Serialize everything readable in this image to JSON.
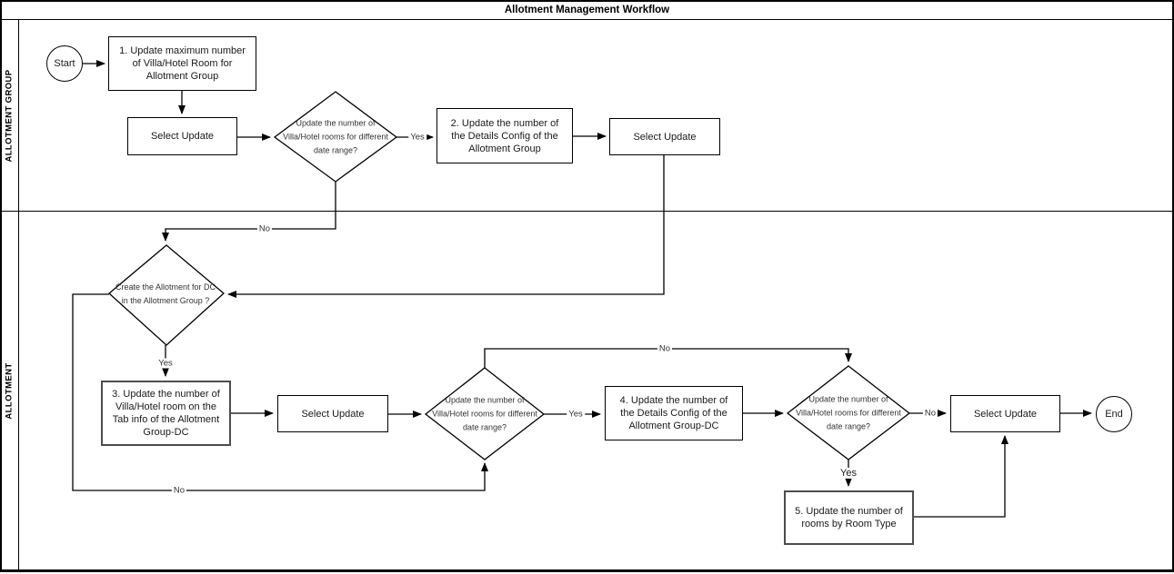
{
  "title": "Allotment Management Workflow",
  "lanes": [
    {
      "label": "ALLOTMENT GROUP"
    },
    {
      "label": "ALLOTMENT"
    }
  ],
  "nodes": {
    "start": {
      "label": "Start",
      "type": "terminator"
    },
    "step1": {
      "label": "1. Update maximum number\nof Villa/Hotel Room for\nAllotment Group",
      "type": "process"
    },
    "select_update_1": {
      "label": "Select Update",
      "type": "process"
    },
    "decision_date_range_1": {
      "label": "Update the number of\nVilla/Hotel rooms for different\ndate range?",
      "type": "decision"
    },
    "step2": {
      "label": "2. Update the number of\nthe Details Config of the\nAllotment Group",
      "type": "process"
    },
    "select_update_2": {
      "label": "Select Update",
      "type": "process"
    },
    "decision_create_dc": {
      "label": "Create the Allotment for DC\nin the Allotment Group ?",
      "type": "decision"
    },
    "step3": {
      "label": "3. Update the number of\nVilla/Hotel room on the\nTab info of the Allotment\nGroup-DC",
      "type": "process"
    },
    "select_update_3": {
      "label": "Select Update",
      "type": "process"
    },
    "decision_date_range_2": {
      "label": "Update the number of\nVilla/Hotel rooms for different\ndate range?",
      "type": "decision"
    },
    "step4": {
      "label": "4. Update the number of\nthe Details Config of the\nAllotment Group-DC",
      "type": "process"
    },
    "decision_date_range_3": {
      "label": "Update the number of\nVilla/Hotel rooms for different\ndate range?",
      "type": "decision"
    },
    "select_update_4": {
      "label": "Select Update",
      "type": "process"
    },
    "step5": {
      "label": "5. Update the number of\nrooms by Room Type",
      "type": "process"
    },
    "end": {
      "label": "End",
      "type": "terminator"
    }
  },
  "edge_labels": {
    "dec1_yes": "Yes",
    "dec1_no": "No",
    "dec2_yes": "Yes",
    "dec2_no": "No",
    "dec3_yes": "Yes",
    "dec3_no": "No",
    "dec4_no": "No",
    "dec4_yes": "Yes"
  },
  "colors": {
    "line": "#000000",
    "shape_border": "#000000",
    "highlight_border": "#4d4d4d",
    "background": "#ffffff",
    "text": "#1a1a1a"
  }
}
